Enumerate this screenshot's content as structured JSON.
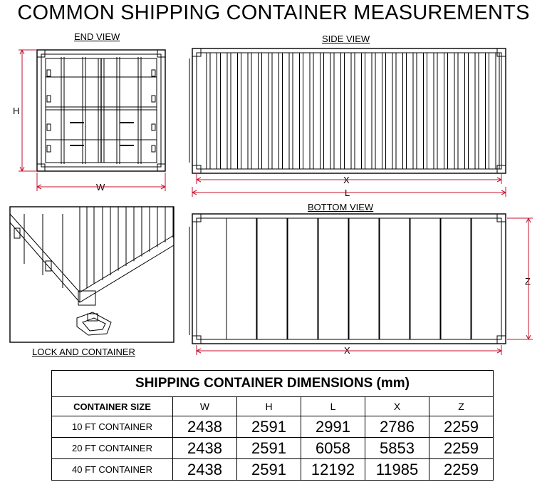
{
  "title": "COMMON SHIPPING CONTAINER MEASUREMENTS",
  "views": {
    "end": "END VIEW",
    "side": "SIDE VIEW",
    "bottom": "BOTTOM VIEW",
    "lock": "LOCK AND CONTAINER"
  },
  "dimension_labels": {
    "h": "H",
    "w": "W",
    "x_side": "X",
    "l": "L",
    "z": "Z",
    "x_bottom": "X"
  },
  "colors": {
    "dimension_line": "#c8102e",
    "outline": "#000000"
  },
  "table": {
    "title": "SHIPPING CONTAINER DIMENSIONS (mm)",
    "size_header": "CONTAINER SIZE",
    "columns": [
      "W",
      "H",
      "L",
      "X",
      "Z"
    ],
    "rows": [
      {
        "label": "10 FT CONTAINER",
        "values": [
          "2438",
          "2591",
          "2991",
          "2786",
          "2259"
        ]
      },
      {
        "label": "20 FT CONTAINER",
        "values": [
          "2438",
          "2591",
          "6058",
          "5853",
          "2259"
        ]
      },
      {
        "label": "40 FT CONTAINER",
        "values": [
          "2438",
          "2591",
          "12192",
          "11985",
          "2259"
        ]
      }
    ]
  }
}
